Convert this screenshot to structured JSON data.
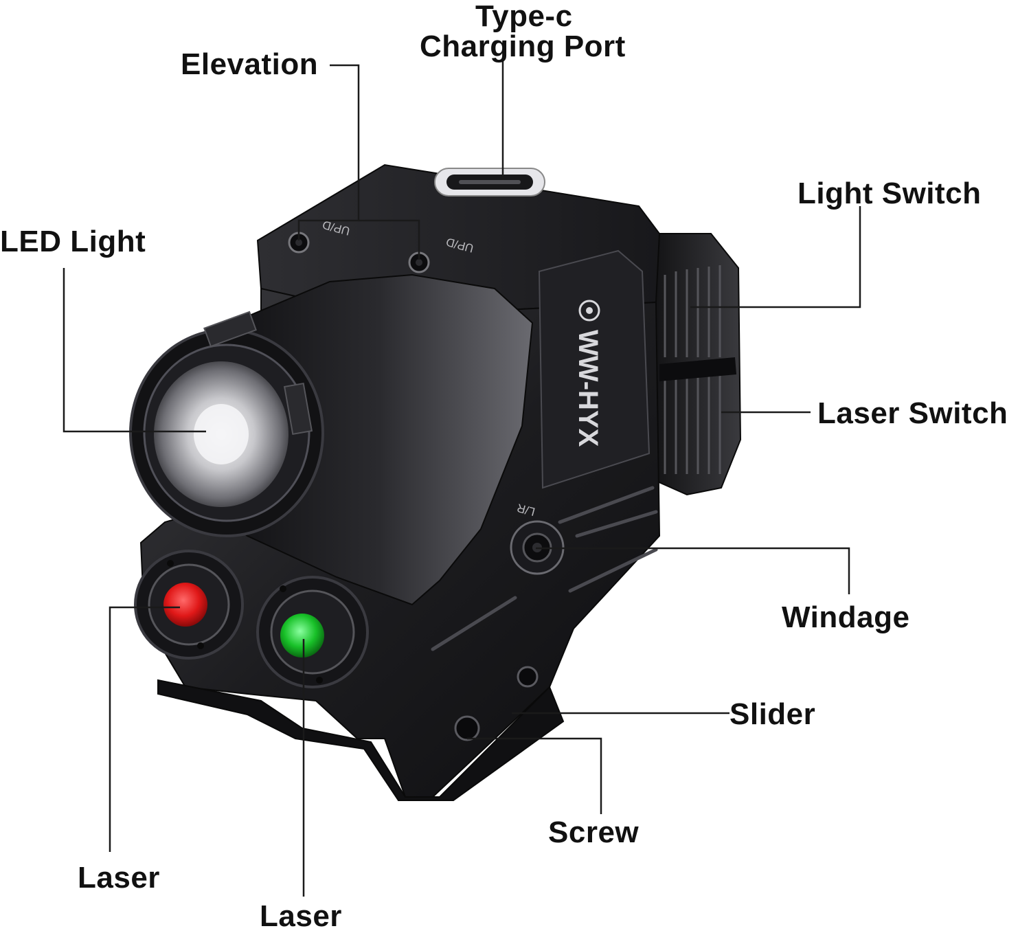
{
  "labels": {
    "type_c_line1": "Type-c",
    "type_c_line2": "Charging Port",
    "elevation": "Elevation",
    "led_light": "LED Light",
    "light_switch": "Light Switch",
    "laser_switch": "Laser Switch",
    "windage": "Windage",
    "slider": "Slider",
    "screw": "Screw",
    "laser_red": "Laser",
    "laser_green": "Laser"
  },
  "device": {
    "brand": "WW-HYX",
    "elevation_markings": [
      "UP/D",
      "UP/D"
    ],
    "windage_marking": "L/R"
  },
  "colors": {
    "red_laser": "#e01818",
    "green_laser": "#18c028",
    "body": "#1a1a1c",
    "leader_line": "#1a1a1a"
  }
}
